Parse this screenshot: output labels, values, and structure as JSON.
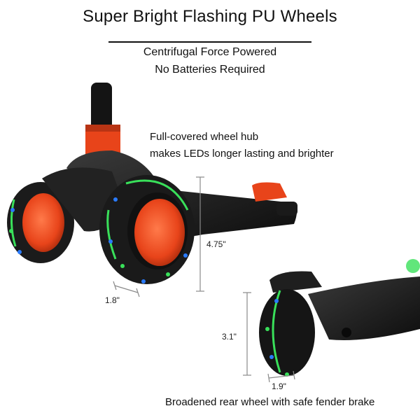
{
  "header": {
    "title": "Super Bright Flashing PU Wheels",
    "subtitle_line1": "Centrifugal Force Powered",
    "subtitle_line2": "No Batteries Required"
  },
  "callouts": {
    "top_line1": "Full-covered wheel hub",
    "top_line2": "makes LEDs longer lasting and brighter",
    "bottom": "Broadened rear wheel with safe fender brake"
  },
  "dimensions": {
    "front_wheel_height": "4.75\"",
    "front_wheel_width": "1.8\"",
    "rear_wheel_height": "3.1\"",
    "rear_wheel_width": "1.9\""
  },
  "colors": {
    "accent_orange": "#e8441a",
    "body_black": "#1a1a1a",
    "led_green": "#39e05a",
    "led_blue": "#2a7bff"
  }
}
